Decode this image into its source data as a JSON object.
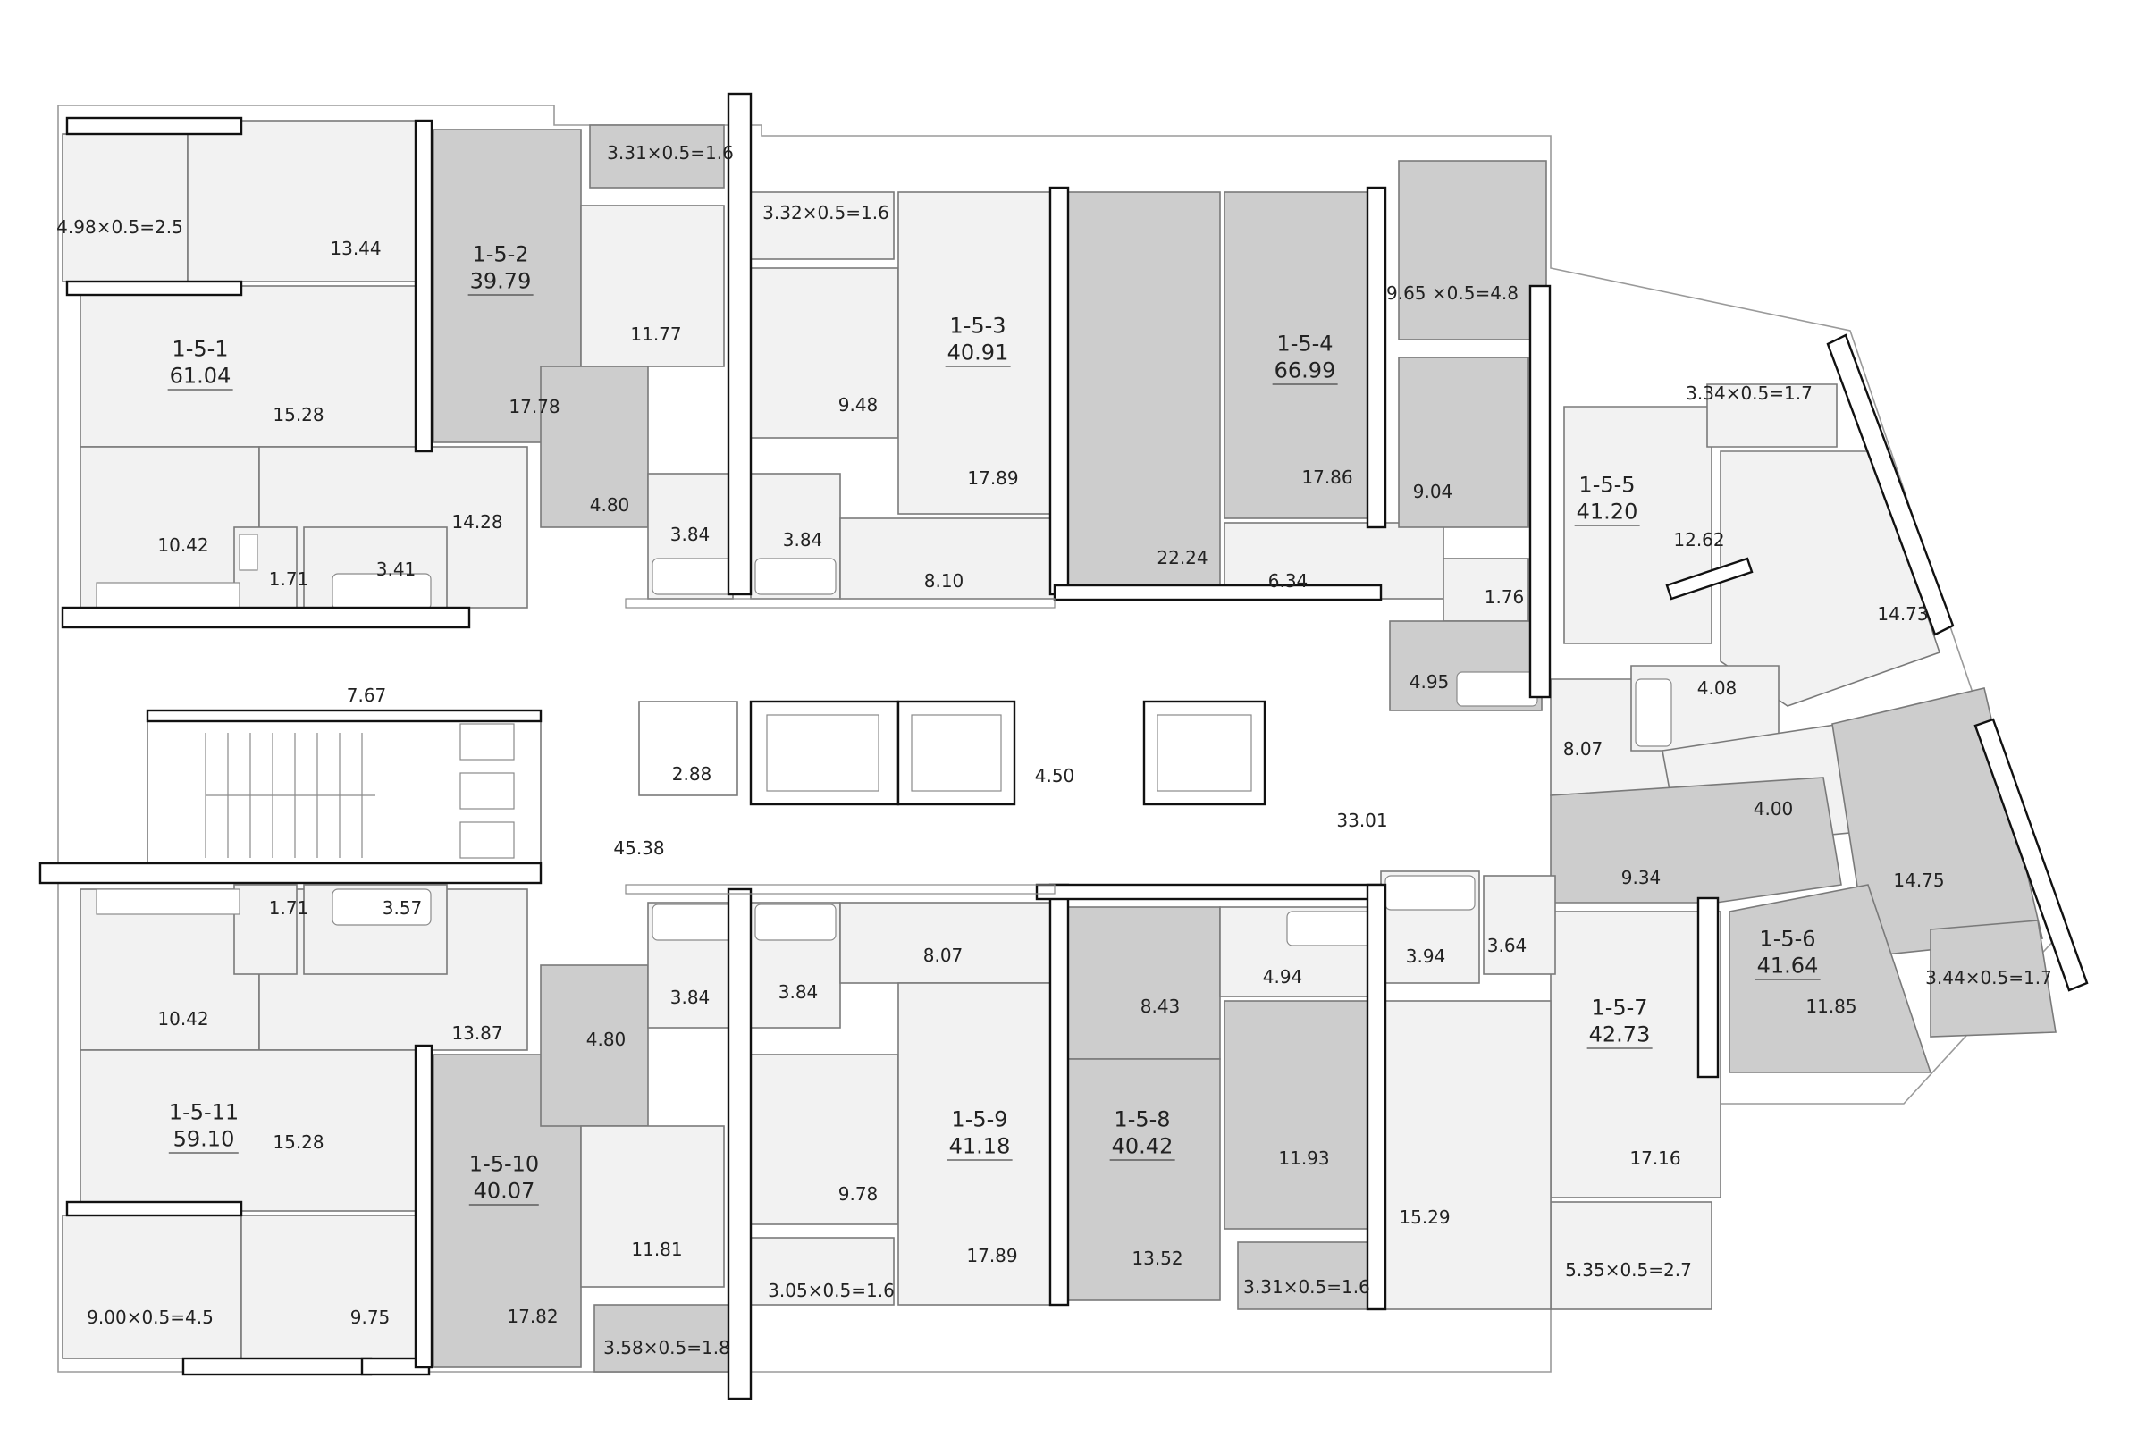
{
  "apartments": [
    {
      "id": "1-5-1",
      "total": "61.04"
    },
    {
      "id": "1-5-2",
      "total": "39.79"
    },
    {
      "id": "1-5-3",
      "total": "40.91"
    },
    {
      "id": "1-5-4",
      "total": "66.99"
    },
    {
      "id": "1-5-5",
      "total": "41.20"
    },
    {
      "id": "1-5-6",
      "total": "41.64"
    },
    {
      "id": "1-5-7",
      "total": "42.73"
    },
    {
      "id": "1-5-8",
      "total": "40.42"
    },
    {
      "id": "1-5-9",
      "total": "41.18"
    },
    {
      "id": "1-5-10",
      "total": "40.07"
    },
    {
      "id": "1-5-11",
      "total": "59.10"
    }
  ],
  "balconies": [
    "4.98×0.5=2.5",
    "3.31×0.5=1.6",
    "3.32×0.5=1.6",
    "9.65 ×0.5=4.8",
    "3.34×0.5=1.7",
    "3.44×0.5=1.7",
    "5.35×0.5=2.7",
    "3.31×0.5=1.6",
    "3.05×0.5=1.6",
    "3.58×0.5=1.8",
    "9.00×0.5=4.5"
  ],
  "room_areas": [
    "13.44",
    "15.28",
    "14.28",
    "10.42",
    "1.71",
    "3.41",
    "17.78",
    "11.77",
    "4.80",
    "3.84",
    "3.84",
    "9.48",
    "17.89",
    "8.10",
    "22.24",
    "17.86",
    "6.34",
    "9.04",
    "1.76",
    "4.95",
    "12.62",
    "14.73",
    "4.08",
    "8.07",
    "4.00",
    "9.34",
    "14.75",
    "11.85",
    "7.67",
    "2.88",
    "4.50",
    "45.38",
    "33.01",
    "1.71",
    "3.57",
    "10.42",
    "13.87",
    "15.28",
    "9.75",
    "17.82",
    "4.80",
    "3.84",
    "3.84",
    "11.81",
    "9.78",
    "8.07",
    "17.89",
    "8.43",
    "4.94",
    "13.52",
    "11.93",
    "3.94",
    "3.64",
    "15.29",
    "17.16"
  ]
}
